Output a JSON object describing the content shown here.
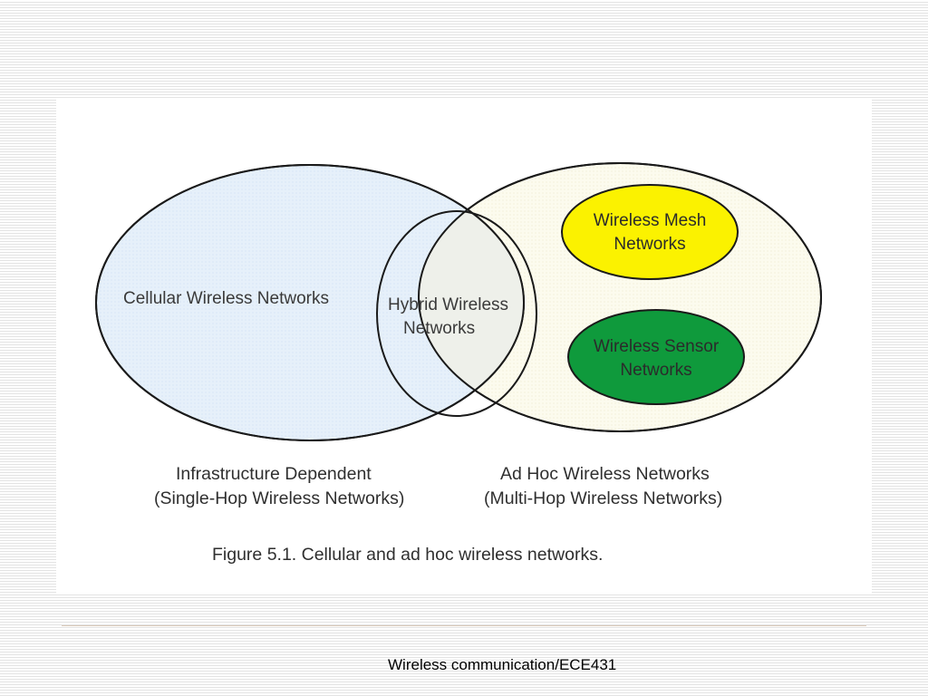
{
  "diagram": {
    "cellular_label": "Cellular Wireless Networks",
    "hybrid_label": [
      "Hybrid Wireless",
      "Networks"
    ],
    "mesh_label": [
      "Wireless Mesh",
      "Networks"
    ],
    "sensor_label": [
      "Wireless Sensor",
      "Networks"
    ],
    "infra_caption": [
      "Infrastructure Dependent",
      "(Single-Hop Wireless Networks)"
    ],
    "adhoc_caption": [
      "Ad Hoc Wireless Networks",
      "(Multi-Hop Wireless Networks)"
    ],
    "figure_caption": "Figure 5.1. Cellular and ad hoc wireless networks.",
    "colors": {
      "cellular_fill": "#e8f2fb",
      "adhoc_fill": "#fcfbef",
      "overlap_fill": "#eef1ec",
      "mesh_fill": "#fbf200",
      "sensor_fill": "#0f9a3c"
    }
  },
  "footer": {
    "text": "Wireless communication/ECE431"
  }
}
